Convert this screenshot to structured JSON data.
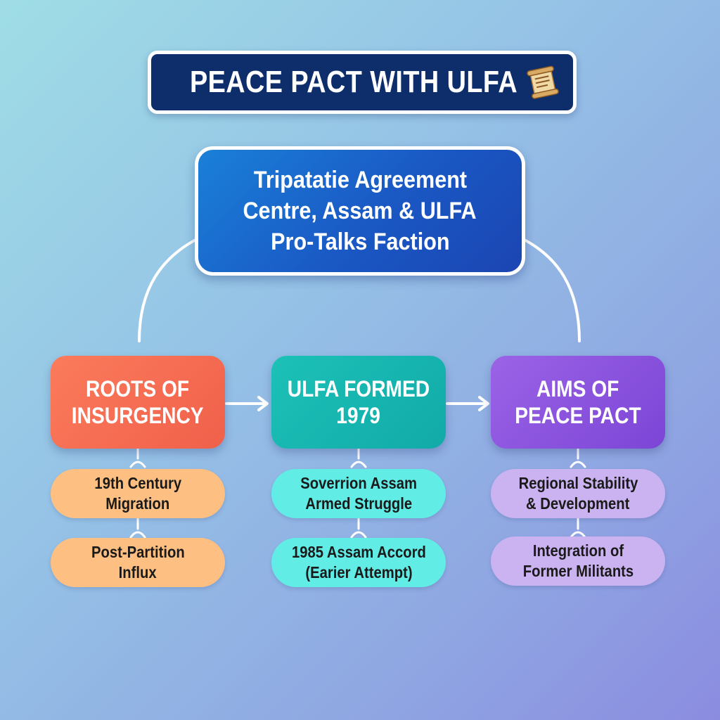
{
  "title": {
    "text": "PEACE PACT WITH ULFA",
    "icon": "scroll-icon"
  },
  "center": {
    "line1": "Tripatatie Agreement",
    "line2": "Centre, Assam & ULFA",
    "line3": "Pro-Talks Faction"
  },
  "columns": [
    {
      "line1": "ROOTS OF",
      "line2": "INSURGENCY",
      "color": "#f0604a",
      "items": [
        {
          "line1": "19th Century",
          "line2": "Migration"
        },
        {
          "line1": "Post-Partition",
          "line2": "Influx"
        }
      ]
    },
    {
      "line1": "ULFA FORMED",
      "line2": "1979",
      "color": "#12aaa8",
      "items": [
        {
          "line1": "Soverrion Assam",
          "line2": "Armed Struggle"
        },
        {
          "line1": "1985 Assam Accord",
          "line2": "(Earier Attempt)"
        }
      ]
    },
    {
      "line1": "AIMS OF",
      "line2": "PEACE PACT",
      "color": "#7c45d6",
      "items": [
        {
          "line1": "Regional Stability",
          "line2": "& Development"
        },
        {
          "line1": "Integration of",
          "line2": "Former Militants"
        }
      ]
    }
  ]
}
